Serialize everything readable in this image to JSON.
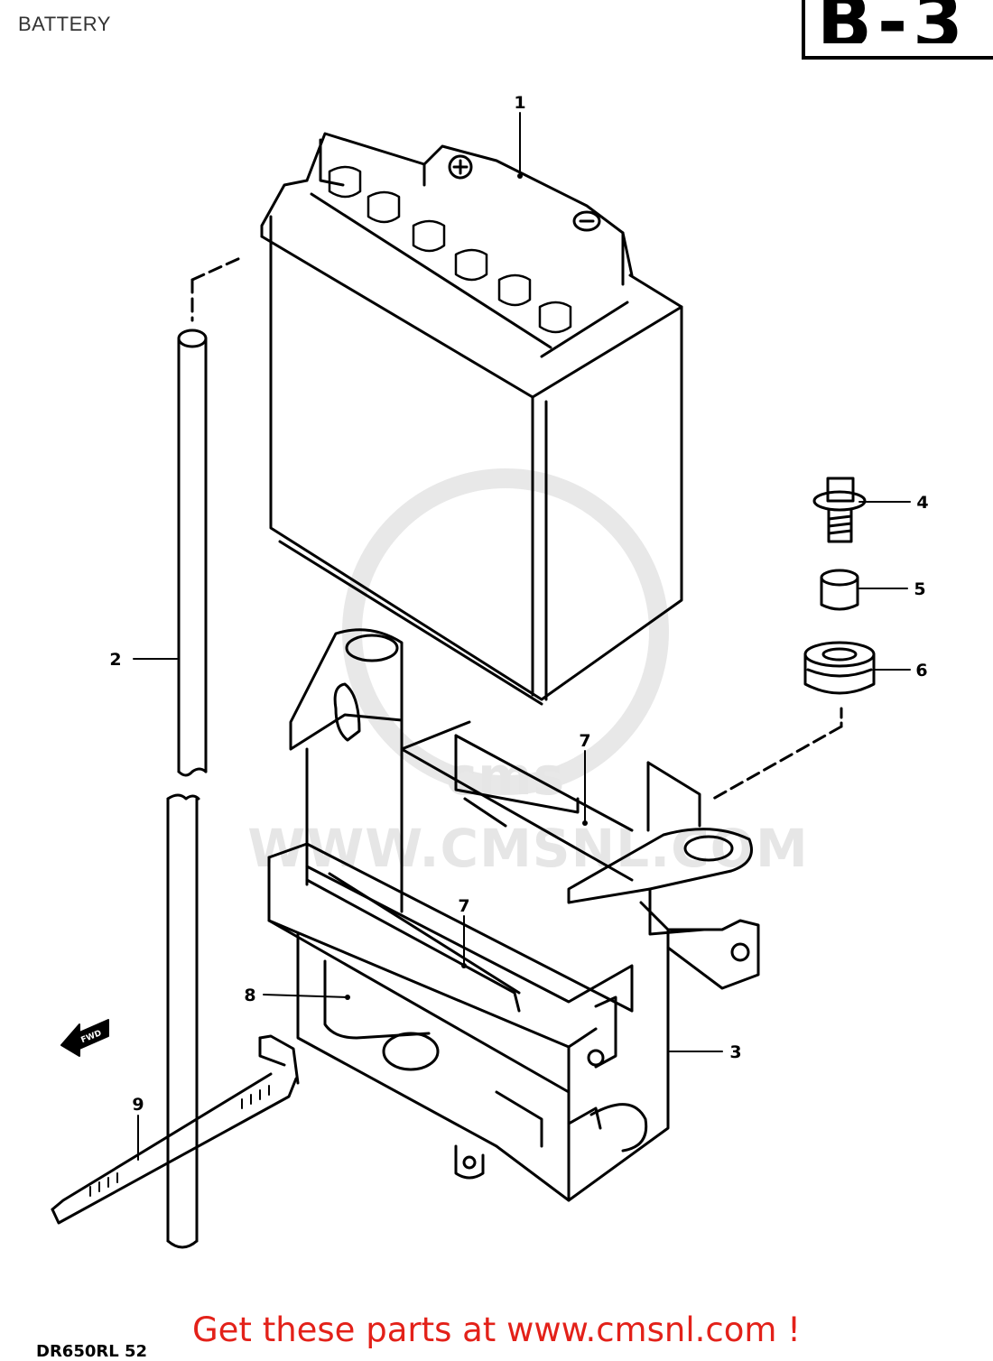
{
  "header": {
    "title": "BATTERY",
    "diagram_code": "B-3"
  },
  "watermark": {
    "site_text": "WWW.CMSNL.COM",
    "logo_text": "cms"
  },
  "fwd_arrow_text": "FWD",
  "callouts": [
    {
      "number": "1",
      "part": "battery"
    },
    {
      "number": "2",
      "part": "breather-tube"
    },
    {
      "number": "3",
      "part": "battery-holder"
    },
    {
      "number": "4",
      "part": "bolt"
    },
    {
      "number": "5",
      "part": "spacer"
    },
    {
      "number": "6",
      "part": "cushion"
    },
    {
      "number": "7",
      "part": "pad"
    },
    {
      "number": "7",
      "part": "pad"
    },
    {
      "number": "8",
      "part": "pad"
    },
    {
      "number": "9",
      "part": "band"
    }
  ],
  "footer": {
    "promo": "Get these parts at www.cmsnl.com !",
    "model_code": "DR650RL 52"
  }
}
